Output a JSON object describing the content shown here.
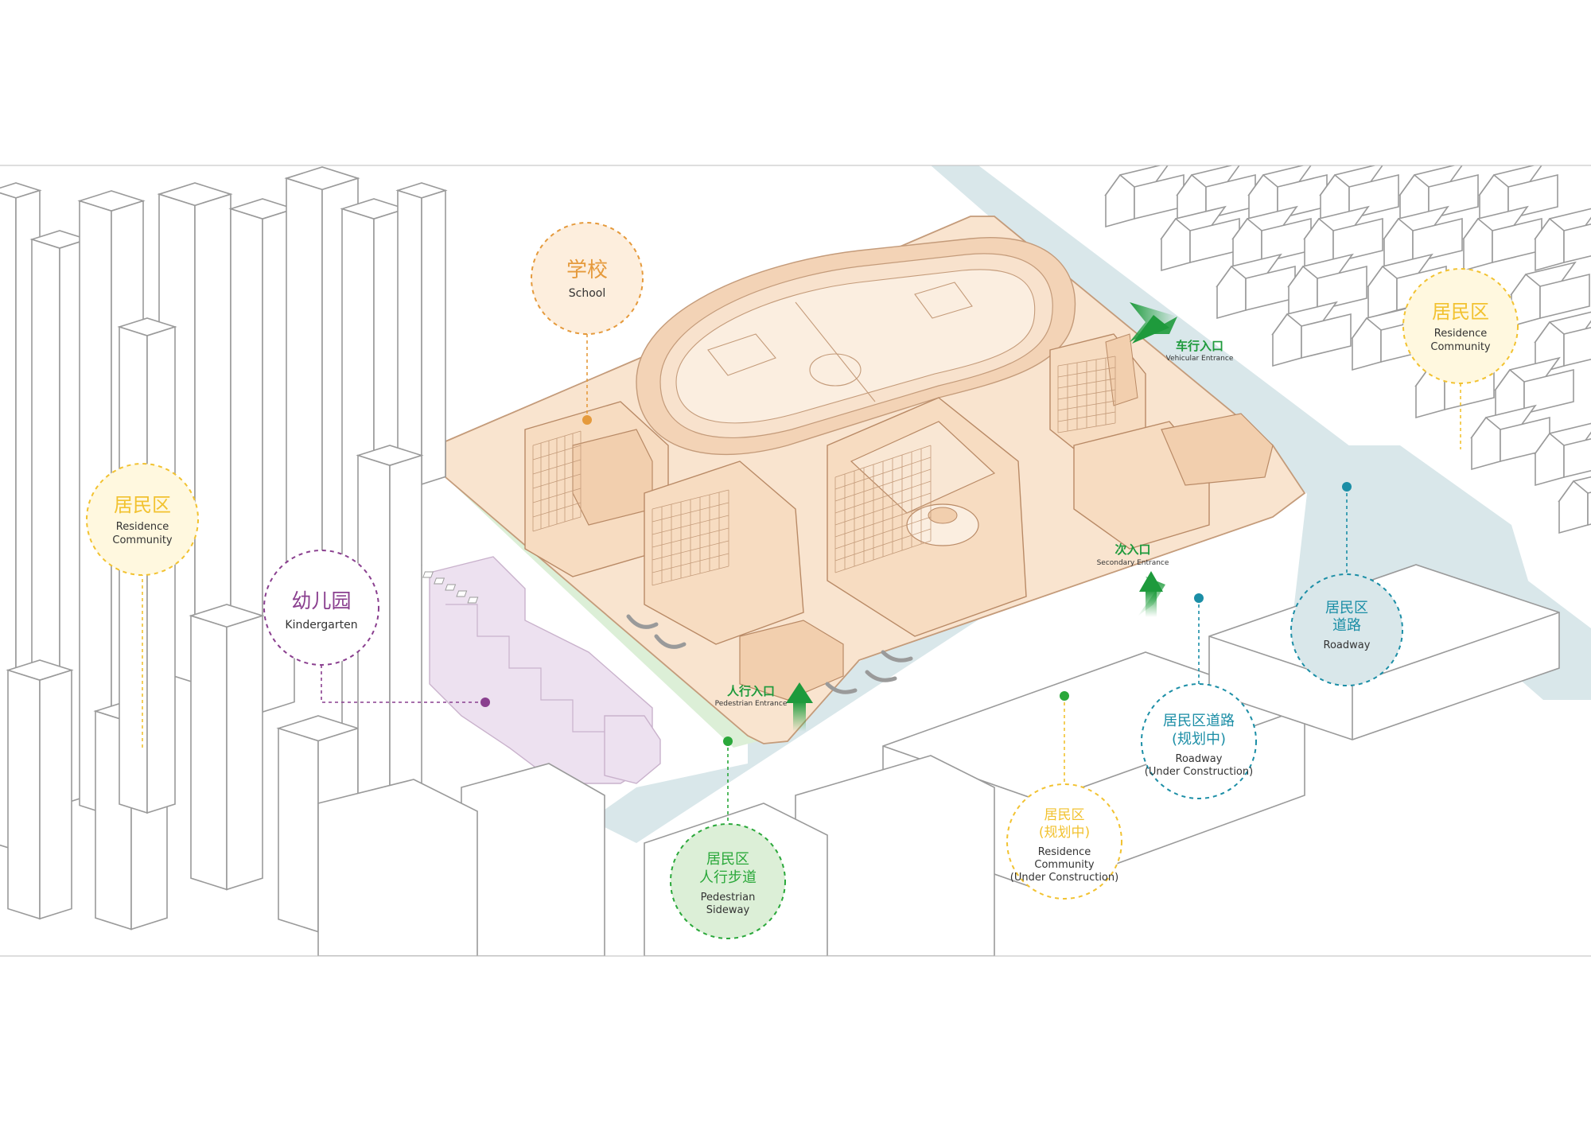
{
  "callouts": {
    "school": {
      "cn": "学校",
      "en": "School"
    },
    "residence_left": {
      "cn": "居民区",
      "en1": "Residence",
      "en2": "Community"
    },
    "residence_right": {
      "cn": "居民区",
      "en1": "Residence",
      "en2": "Community"
    },
    "kindergarten": {
      "cn": "幼儿园",
      "en": "Kindergarten"
    },
    "roadway": {
      "cn1": "居民区",
      "cn2": "道路",
      "en": "Roadway"
    },
    "roadway_planned": {
      "cn1": "居民区道路",
      "cn2": "(规划中)",
      "en1": "Roadway",
      "en2": "(Under Construction)"
    },
    "residence_planned": {
      "cn1": "居民区",
      "cn2": "(规划中)",
      "en1": "Residence",
      "en2": "Community",
      "en3": "(Under Construction)"
    },
    "sideway": {
      "cn1": "居民区",
      "cn2": "人行步道",
      "en1": "Pedestrian",
      "en2": "Sideway"
    }
  },
  "entrances": {
    "vehicular": {
      "cn": "车行入口",
      "en": "Vehicular Entrance"
    },
    "secondary": {
      "cn": "次入口",
      "en": "Secondary Entrance"
    },
    "pedestrian": {
      "cn": "人行入口",
      "en": "Pedestrian Entrance"
    }
  },
  "colors": {
    "school": "#e59a3c",
    "residence": "#f2c230",
    "kindergarten": "#8a3f8f",
    "roadway": "#1b8ea6",
    "sideway": "#2aa83a",
    "road_fill": "#d9e7ea",
    "site_fill": "#f9e4cf",
    "kindergarten_fill": "#ede1f0",
    "green_fill": "#dcefd7"
  }
}
